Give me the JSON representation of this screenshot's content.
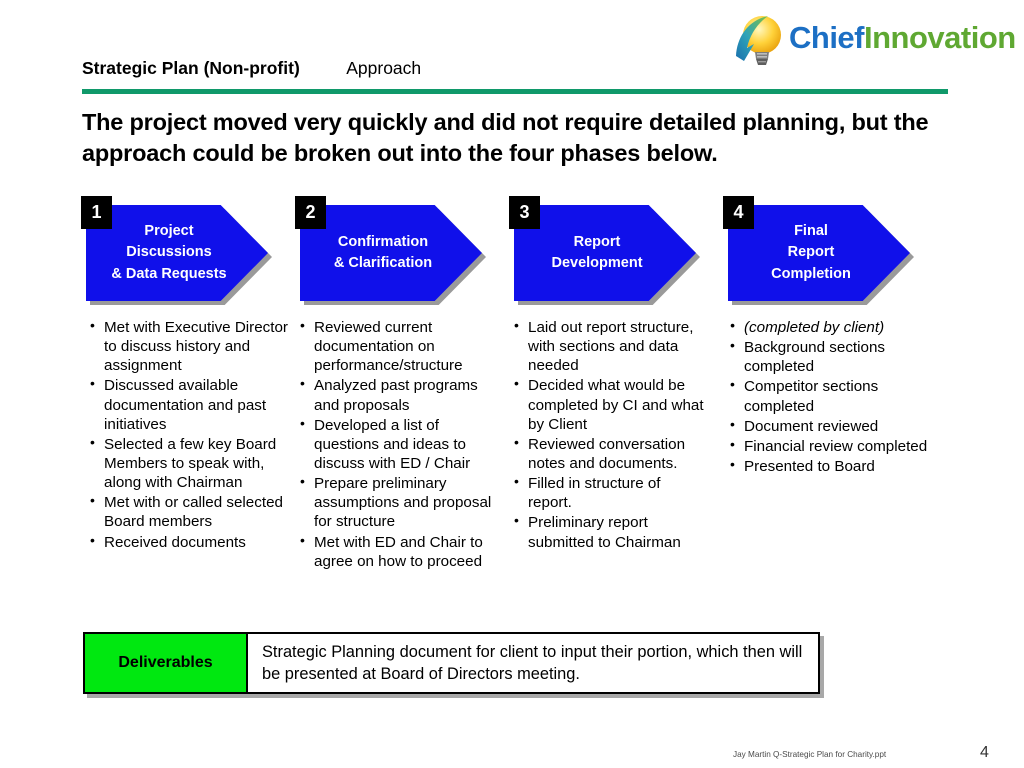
{
  "logo": {
    "mark_icon": "lightbulb-arrow-icon",
    "word1": "Chief",
    "word2": "Innovation",
    "color_blue": "#1c6fc4",
    "color_green": "#5fa832"
  },
  "header": {
    "title": "Strategic Plan (Non-profit)",
    "section": "Approach",
    "rule_color": "#10996a"
  },
  "headline": "The project moved very quickly and did not require detailed planning, but the approach could be broken out into the four phases below.",
  "phases": [
    {
      "number": "1",
      "label": "Project\nDiscussions\n& Data Requests"
    },
    {
      "number": "2",
      "label": "Confirmation\n& Clarification"
    },
    {
      "number": "3",
      "label": "Report\nDevelopment"
    },
    {
      "number": "4",
      "label": "Final\nReport\nCompletion"
    }
  ],
  "phase_color": "#1010ea",
  "columns": [
    {
      "bullets": [
        "Met with Executive Director to discuss history and assignment",
        "Discussed available documentation and past initiatives",
        "Selected a few key Board Members to speak with, along with Chairman",
        "Met with or called selected Board members",
        "Received documents"
      ]
    },
    {
      "bullets": [
        "Reviewed current documentation on performance/structure",
        "Analyzed past programs and proposals",
        "Developed a list of questions and ideas to discuss with ED / Chair",
        "Prepare preliminary assumptions and proposal for structure",
        "Met with ED and Chair to agree on how to proceed"
      ]
    },
    {
      "bullets": [
        "Laid out report structure, with sections and data needed",
        "Decided what would be completed by CI and what by Client",
        "Reviewed conversation notes and documents.",
        "Filled in structure of report.",
        "Preliminary report submitted to Chairman"
      ]
    },
    {
      "bullets": [
        "(completed by client)",
        " Background sections completed",
        " Competitor sections completed",
        " Document reviewed",
        " Financial review completed",
        " Presented to Board"
      ],
      "italic_first": true
    }
  ],
  "deliverables": {
    "label": "Deliverables",
    "text": "Strategic Planning document for client to input their portion, which then will be presented at Board of Directors meeting.",
    "label_bg": "#00e810"
  },
  "footer": {
    "note": "Jay Martin Q-Strategic Plan for Charity.ppt",
    "page": "4"
  }
}
